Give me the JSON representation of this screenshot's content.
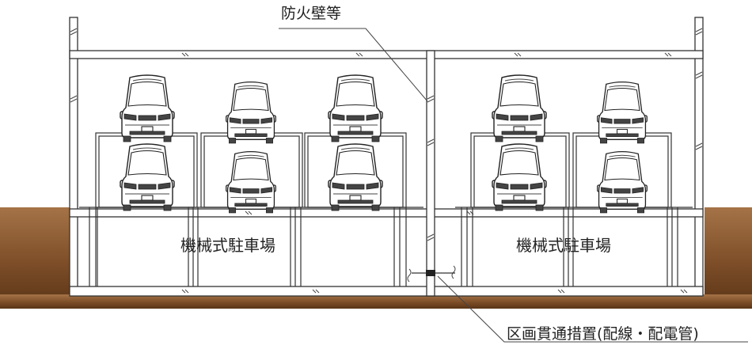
{
  "labels": {
    "firewall": "防火壁等",
    "parking_left": "機械式駐車場",
    "parking_right": "機械式駐車場",
    "penetration": "区画貫通措置(配線・配電管)"
  },
  "colors": {
    "ground_top": "#9a6a3e",
    "ground_bottom": "#5a3416",
    "line": "#333333",
    "background": "#ffffff"
  },
  "icons": [
    "car-icon",
    "leader-line",
    "penetration-marker"
  ]
}
